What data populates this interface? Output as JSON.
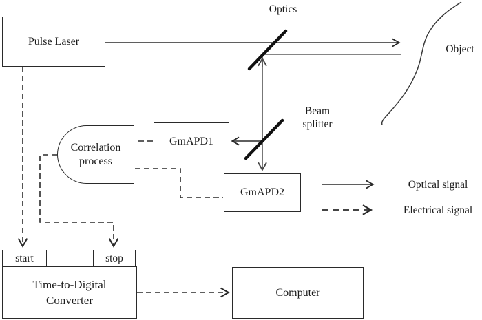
{
  "diagram": {
    "nodes": {
      "pulse_laser": {
        "label": "Pulse Laser"
      },
      "correlation": {
        "line1": "Correlation",
        "line2": "process"
      },
      "gmapd1": {
        "label": "GmAPD1"
      },
      "gmapd2": {
        "label": "GmAPD2"
      },
      "tdc": {
        "line1": "Time-to-Digital",
        "line2": "Converter",
        "start_port": "start",
        "stop_port": "stop"
      },
      "computer": {
        "label": "Computer"
      }
    },
    "annotations": {
      "optics": "Optics",
      "object": "Object",
      "beam_splitter_line1": "Beam",
      "beam_splitter_line2": "splitter"
    },
    "legend": {
      "optical": "Optical signal",
      "electrical": "Electrical signal"
    },
    "colors": {
      "line_dark": "#2a2a2a",
      "line_gray": "#5d5d5d",
      "background": "#ffffff"
    }
  }
}
